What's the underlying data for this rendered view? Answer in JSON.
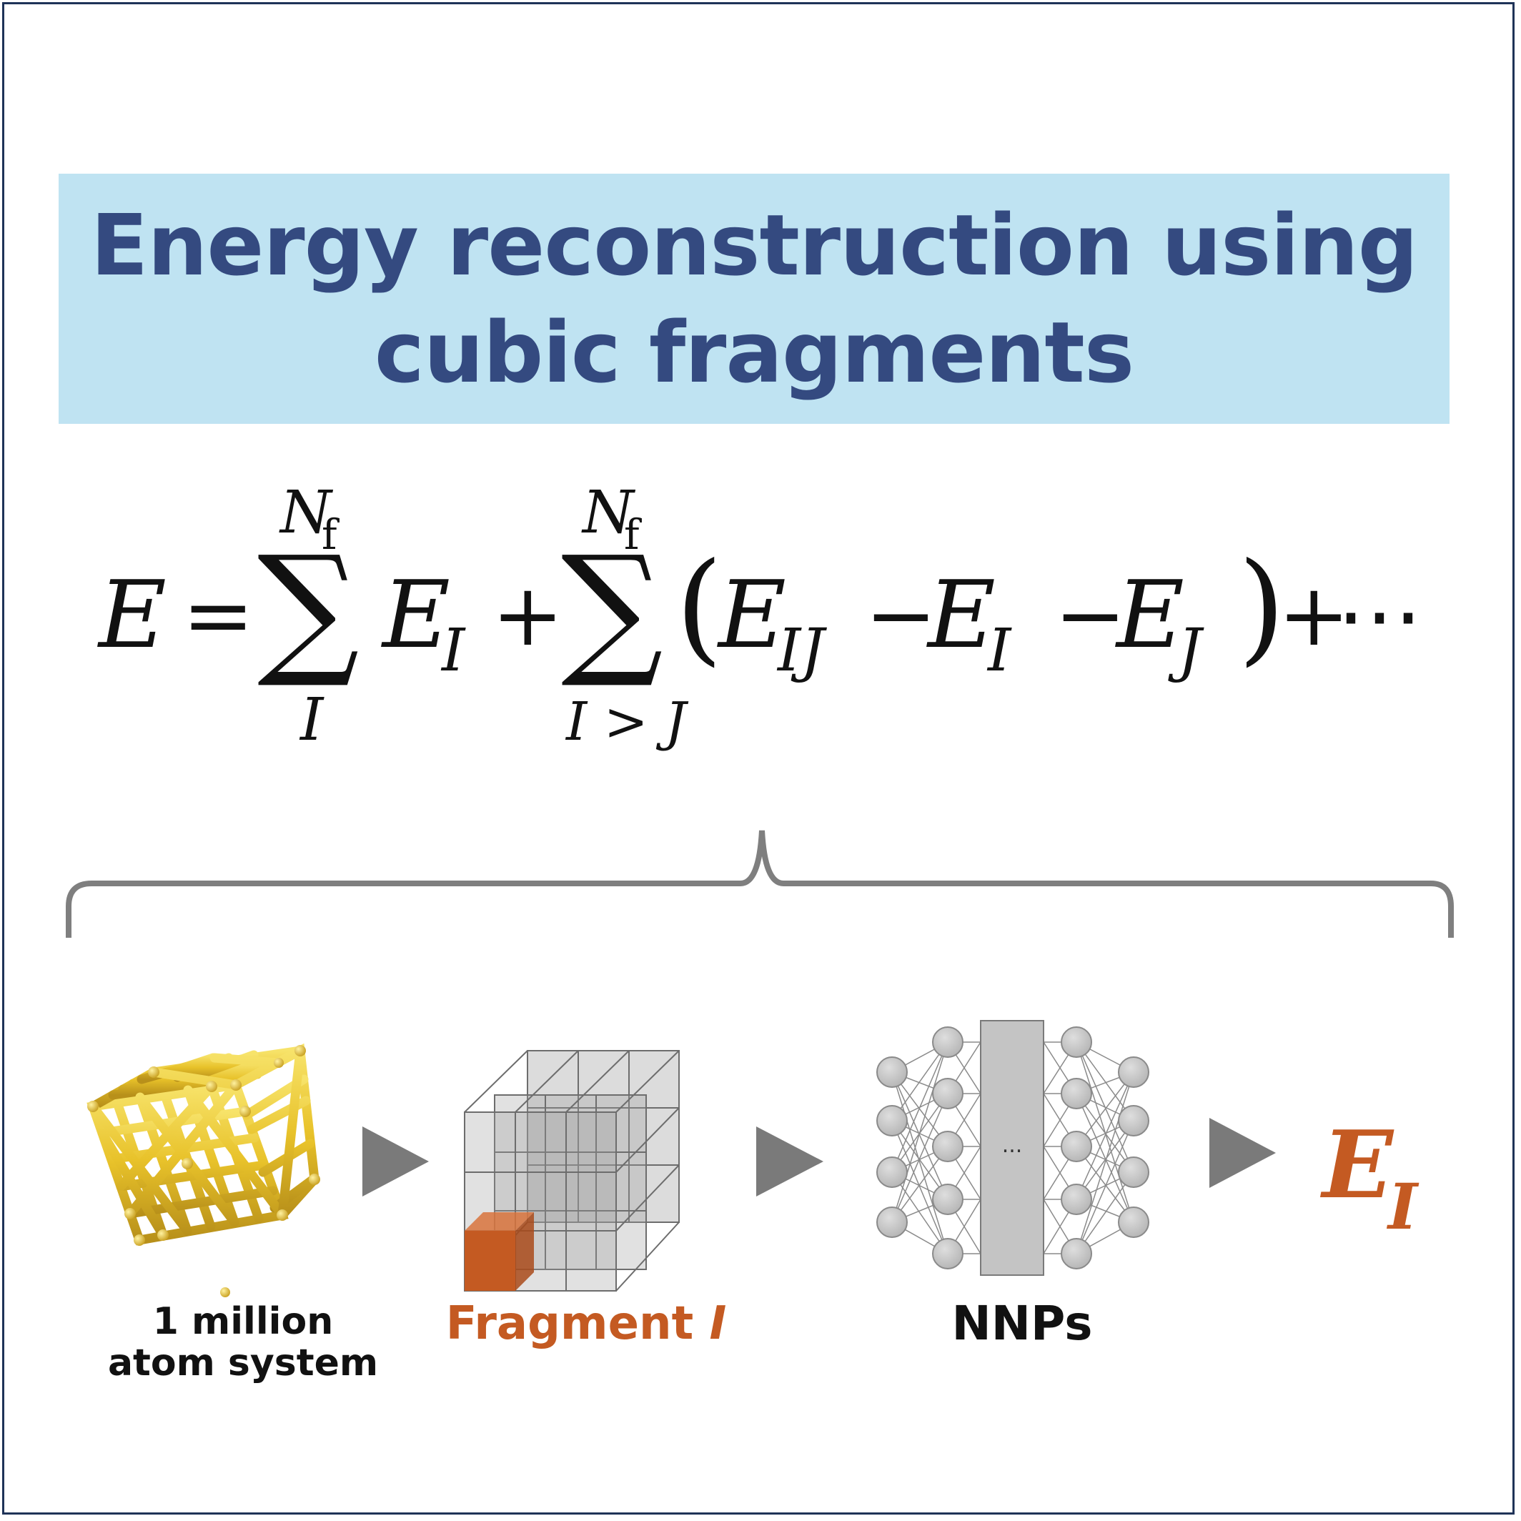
{
  "title": {
    "line1": "Energy reconstruction using",
    "line2": "cubic fragments"
  },
  "equation": {
    "lhs": "E",
    "equals": "=",
    "sum1": {
      "symbol": "∑",
      "upper": "N",
      "upper_sub": "f",
      "lower": "I"
    },
    "term1": {
      "base": "E",
      "sub": "I"
    },
    "plus1": "+",
    "sum2": {
      "symbol": "∑",
      "upper": "N",
      "upper_sub": "f",
      "lower": "I > J"
    },
    "open_paren": "(",
    "term2": {
      "base": "E",
      "sub": "IJ"
    },
    "minus1": "−",
    "term3": {
      "base": "E",
      "sub": "I"
    },
    "minus2": "−",
    "term4": {
      "base": "E",
      "sub": "J"
    },
    "close_paren": ")",
    "plus2": "+",
    "ellipsis": "⋯"
  },
  "pipeline": {
    "atom_system": {
      "line1": "1 million",
      "line2": "atom system"
    },
    "fragment": {
      "label": "Fragment ",
      "label_italic": "I"
    },
    "nnps": {
      "label": "NNPs",
      "hidden_dots": "..."
    },
    "output": {
      "base": "E",
      "sub": "I"
    }
  },
  "colors": {
    "title_bg": "#bfe3f2",
    "title_text": "#344a80",
    "accent_orange": "#c45a22",
    "gold": "#e8c22a",
    "arrow_gray": "#7a7a7a",
    "node_gray": "#c8c8c8"
  }
}
